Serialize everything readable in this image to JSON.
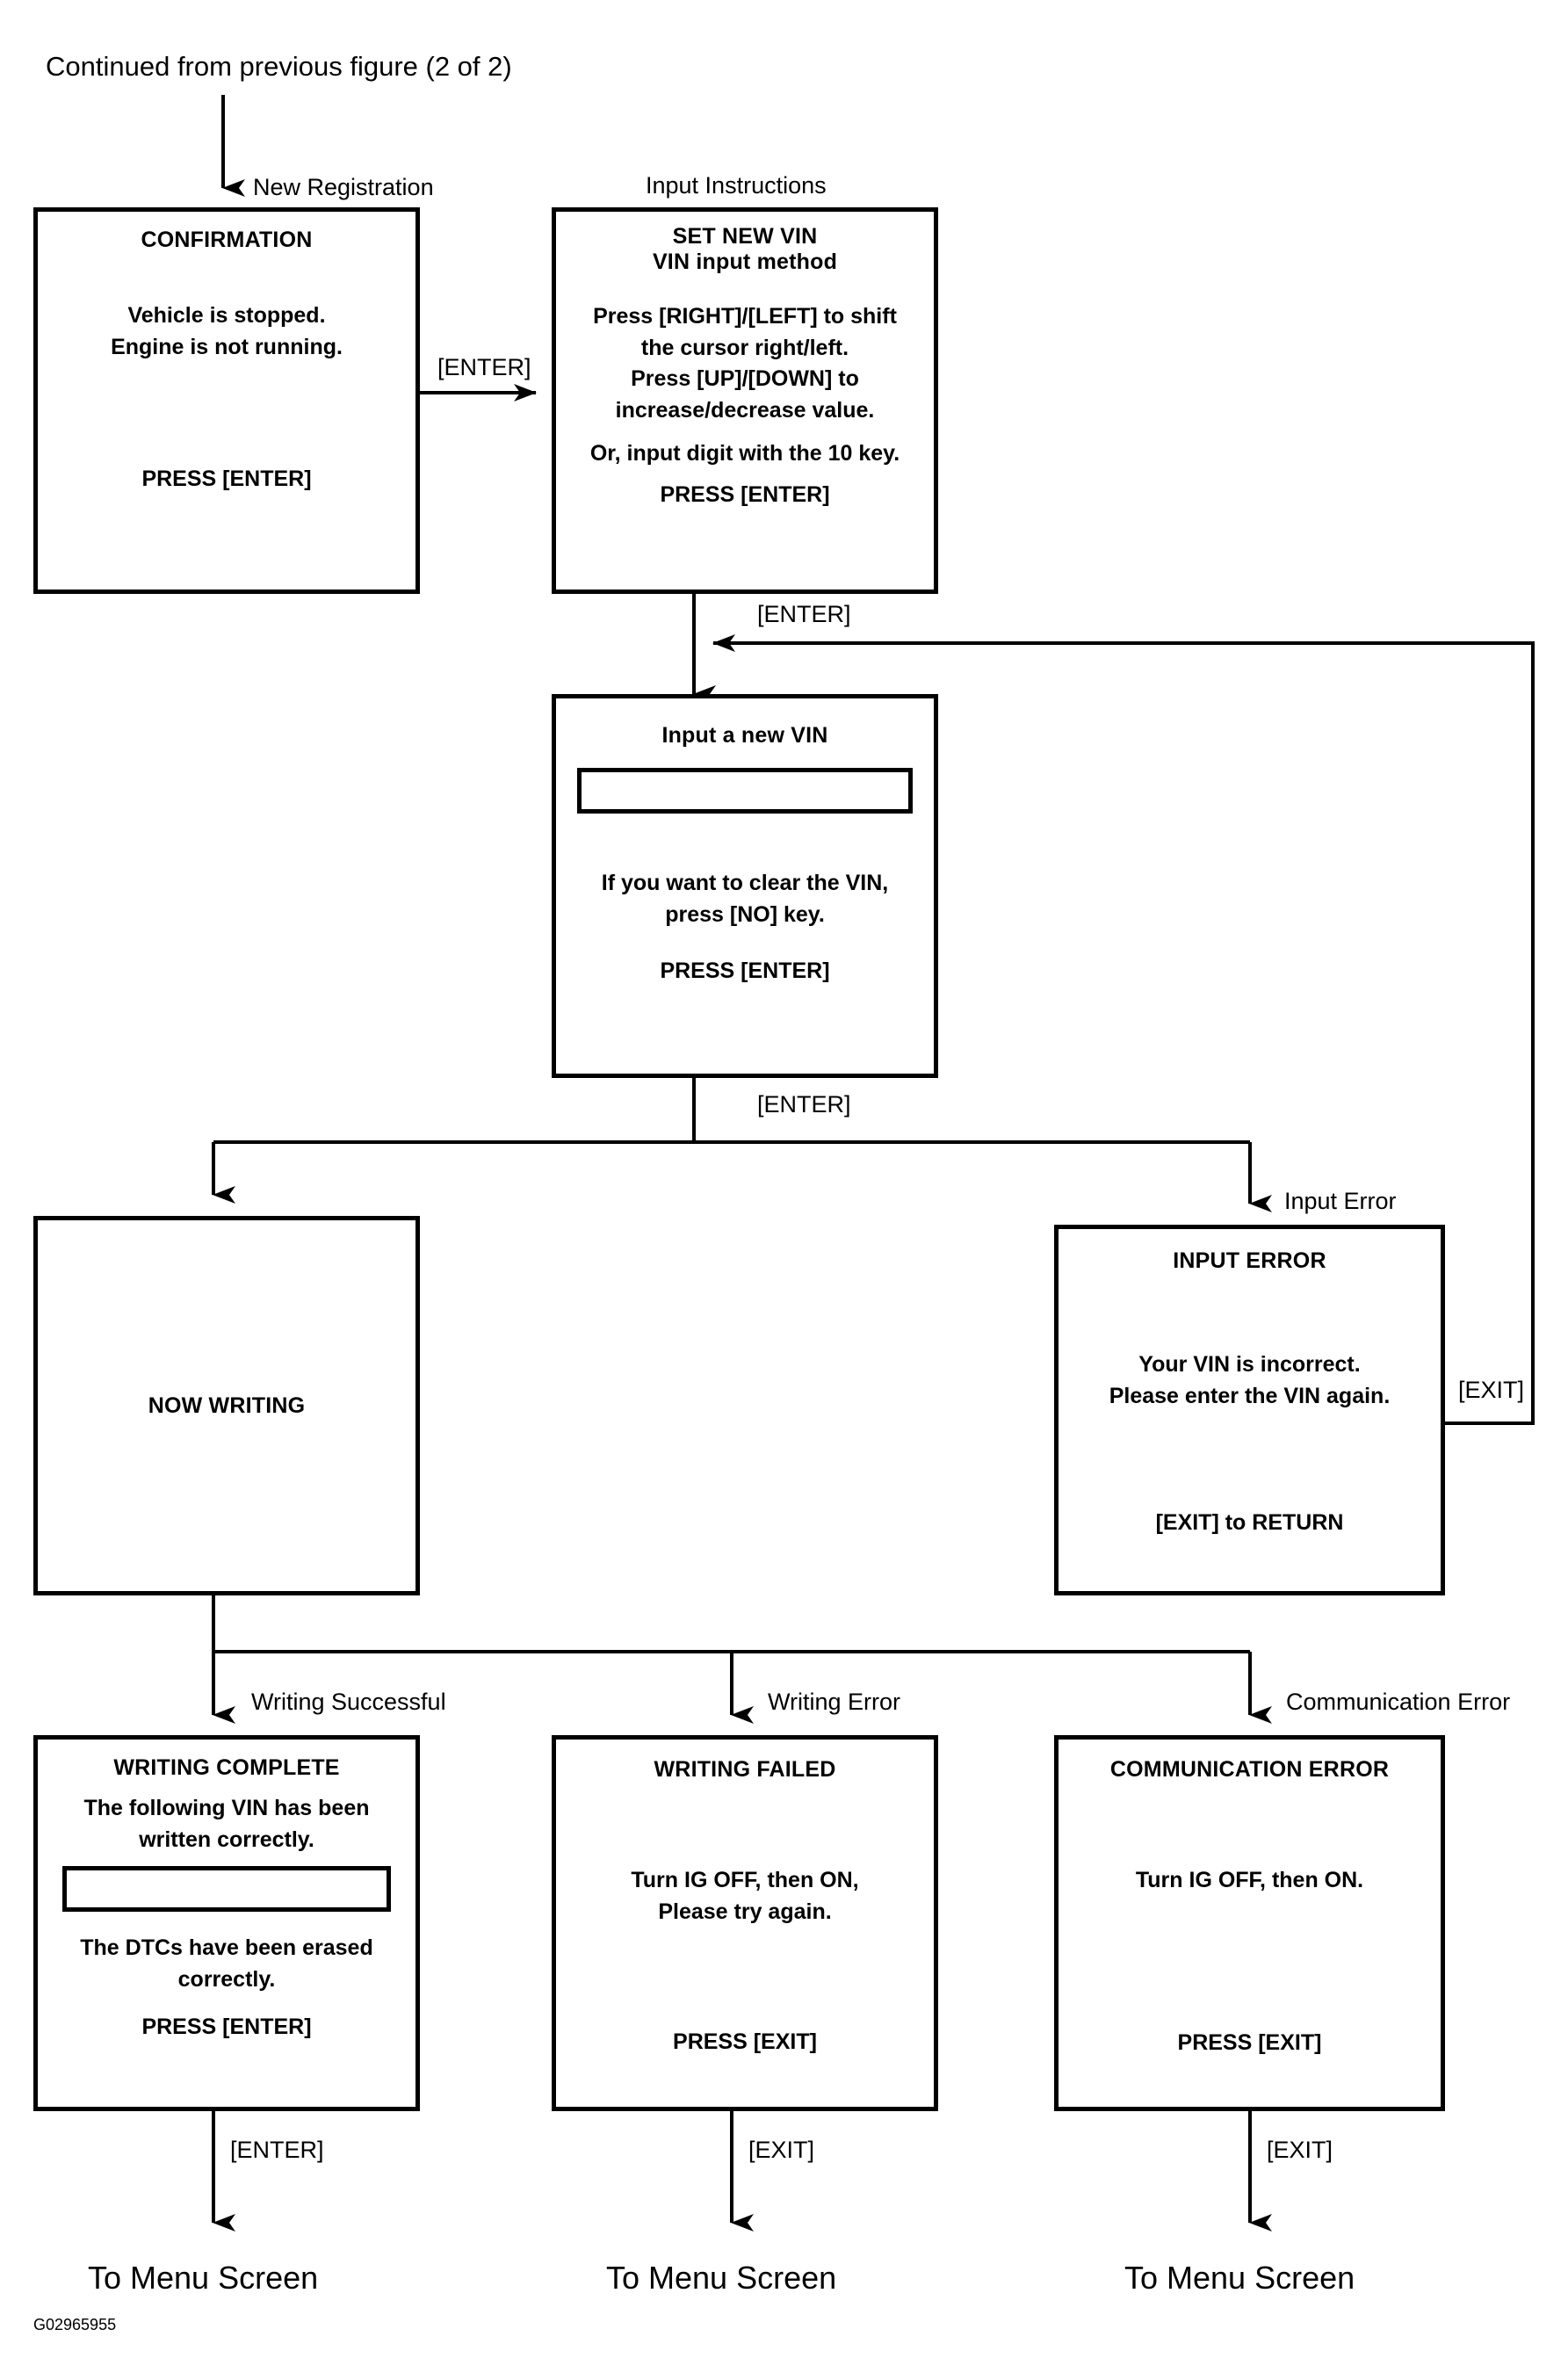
{
  "figure": {
    "headline": "Continued from previous figure (2 of 2)",
    "code": "G02965955"
  },
  "branch_labels": {
    "new_registration": "New Registration",
    "input_instructions": "Input Instructions",
    "input_error": "Input Error",
    "writing_successful": "Writing Successful",
    "writing_error": "Writing Error",
    "communication_error": "Communication Error"
  },
  "edge_labels": {
    "enter_confirm_to_setvin": "[ENTER]",
    "enter_setvin_to_inputvin": "[ENTER]",
    "enter_inputvin_to_branch": "[ENTER]",
    "exit_inputerror_return": "[EXIT]",
    "enter_writingcomplete_to_menu": "[ENTER]",
    "exit_writingfailed_to_menu": "[EXIT]",
    "exit_commerror_to_menu": "[EXIT]"
  },
  "nodes": {
    "confirmation": {
      "title": "CONFIRMATION",
      "line1": "Vehicle is stopped.",
      "line2": "Engine is not running.",
      "footer": "PRESS [ENTER]"
    },
    "set_new_vin": {
      "title1": "SET NEW VIN",
      "title2": "VIN input method",
      "line1": "Press [RIGHT]/[LEFT] to shift",
      "line2": "the cursor right/left.",
      "line3": "Press [UP]/[DOWN] to",
      "line4": "increase/decrease value.",
      "line5": "Or, input digit with the 10 key.",
      "footer": "PRESS [ENTER]"
    },
    "input_new_vin": {
      "title": "Input a new VIN",
      "field_value": "",
      "line1": "If you want to clear the VIN,",
      "line2": "press [NO] key.",
      "footer": "PRESS [ENTER]"
    },
    "now_writing": {
      "title": "NOW WRITING"
    },
    "input_error": {
      "title": "INPUT ERROR",
      "line1": "Your VIN is incorrect.",
      "line2": "Please enter the VIN again.",
      "footer": "[EXIT] to RETURN"
    },
    "writing_complete": {
      "title": "WRITING COMPLETE",
      "line1": "The following VIN has been",
      "line2": "written correctly.",
      "field_value": "",
      "line3": "The DTCs have been erased",
      "line4": "correctly.",
      "footer": "PRESS [ENTER]"
    },
    "writing_failed": {
      "title": "WRITING FAILED",
      "line1": "Turn IG OFF, then ON,",
      "line2": "Please try again.",
      "footer": "PRESS [EXIT]"
    },
    "communication_error": {
      "title": "COMMUNICATION ERROR",
      "line1": "Turn IG OFF, then ON.",
      "footer": "PRESS [EXIT]"
    }
  },
  "terminals": {
    "menu_left": "To Menu Screen",
    "menu_center": "To Menu Screen",
    "menu_right": "To Menu Screen"
  },
  "colors": {
    "stroke": "#000000",
    "background": "#ffffff"
  }
}
